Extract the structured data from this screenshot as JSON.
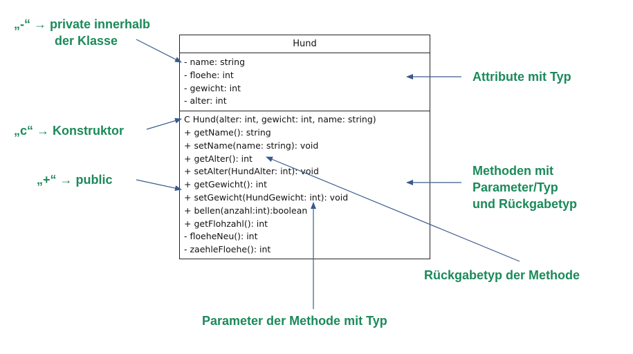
{
  "uml_class": {
    "name": "Hund",
    "attributes": [
      "- name: string",
      "- floehe: int",
      "- gewicht: int",
      "- alter: int"
    ],
    "methods": [
      "C Hund(alter: int, gewicht: int, name: string)",
      "+ getName(): string",
      "+ setName(name: string): void",
      "+ getAlter(): int",
      "+ setAlter(HundAlter: int): void",
      "+ getGewicht(): int",
      "+ setGewicht(HundGewicht: int): void",
      "+ bellen(anzahl:int):boolean",
      "+ getFlohzahl(): int",
      "- floeheNeu(): int",
      "- zaehleFloehe(): int"
    ]
  },
  "annotations": {
    "private_line1": "„-“ → private innerhalb",
    "private_line2": "der Klasse",
    "constructor": "„c“ → Konstruktor",
    "public": "„+“ → public",
    "attributes": "Attribute mit Typ",
    "methods_line1": "Methoden mit",
    "methods_line2": "Parameter/Typ",
    "methods_line3": "und Rückgabetyp",
    "return_type": "Rückgabetyp der Methode",
    "parameter": "Parameter der Methode mit Typ"
  },
  "colors": {
    "annotation_text": "#1b8a5a",
    "arrow": "#3a5a8c",
    "box_border": "#222222"
  }
}
